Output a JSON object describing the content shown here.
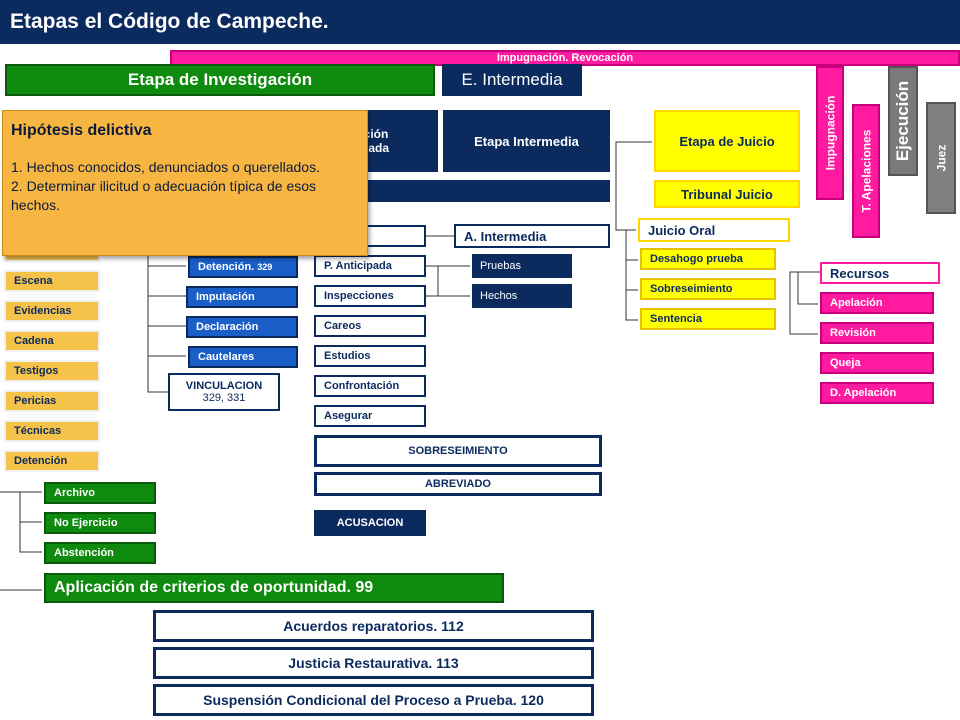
{
  "title": "Etapas el Código de Campeche.",
  "impugnacion_banner": "Impugnación. Revocación",
  "etapa_investigacion": "Etapa de Investigación",
  "e_intermedia": "E. Intermedia",
  "investigacion_formalizada": [
    "gación",
    "alizada"
  ],
  "etapa_intermedia": "Etapa Intermedia",
  "etapa_juicio": "Etapa de Juicio",
  "tribunal_juicio": "Tribunal Juicio",
  "juicio_oral": "Juicio Oral",
  "juicio_items": [
    "Desahogo prueba",
    "Sobreseimiento",
    "Sentencia"
  ],
  "recursos": {
    "title": "Recursos",
    "items": [
      "Apelación",
      "Revisión",
      "Queja",
      "D. Apelación"
    ]
  },
  "vertical": {
    "impugnacion": "Impugnación",
    "apelaciones": "T. Apelaciones",
    "ejecucion": "Ejecución",
    "juez": "Juez"
  },
  "tooltip": {
    "title": "Hipótesis delictiva",
    "line1": "1. Hechos conocidos, denunciados o querellados.",
    "line2": "2. Determinar ilicitud o adecuación típica de esos hechos."
  },
  "investigacion_items": [
    "Escena",
    "Evidencias",
    "Cadena",
    "Testigos",
    "Pericias",
    "Técnicas",
    "Detención"
  ],
  "blue_items": {
    "detencion": "Detención.",
    "detencion_num": "329",
    "imputacion": "Imputación",
    "declaracion": "Declaración",
    "cautelares": "Cautelares"
  },
  "vinculacion": {
    "label": "VINCULACION",
    "nums": "329, 331"
  },
  "mid_items": [
    "P. Anticipada",
    "Inspecciones",
    "Careos",
    "Estudios",
    "Confrontación",
    "Asegurar"
  ],
  "a_intermedia": "A. Intermedia",
  "navy_small": [
    "Pruebas",
    "Hechos"
  ],
  "sobreseimiento": "SOBRESEIMIENTO",
  "abreviado": "ABREVIADO",
  "acusacion": "ACUSACION",
  "green_small": [
    "Archivo",
    "No Ejercicio",
    "Abstención"
  ],
  "criterios": "Aplicación de criterios de oportunidad.  99",
  "bottom_boxes": [
    "Acuerdos reparatorios. 112",
    "Justicia Restaurativa. 113",
    "Suspensión Condicional del Proceso a Prueba. 120"
  ],
  "colors": {
    "navy": "#0b2a5e",
    "green": "#0e8a0e",
    "gold": "#f5c34a",
    "yellow": "#ffff00",
    "pink": "#ff1aa0",
    "gray": "#808080"
  }
}
